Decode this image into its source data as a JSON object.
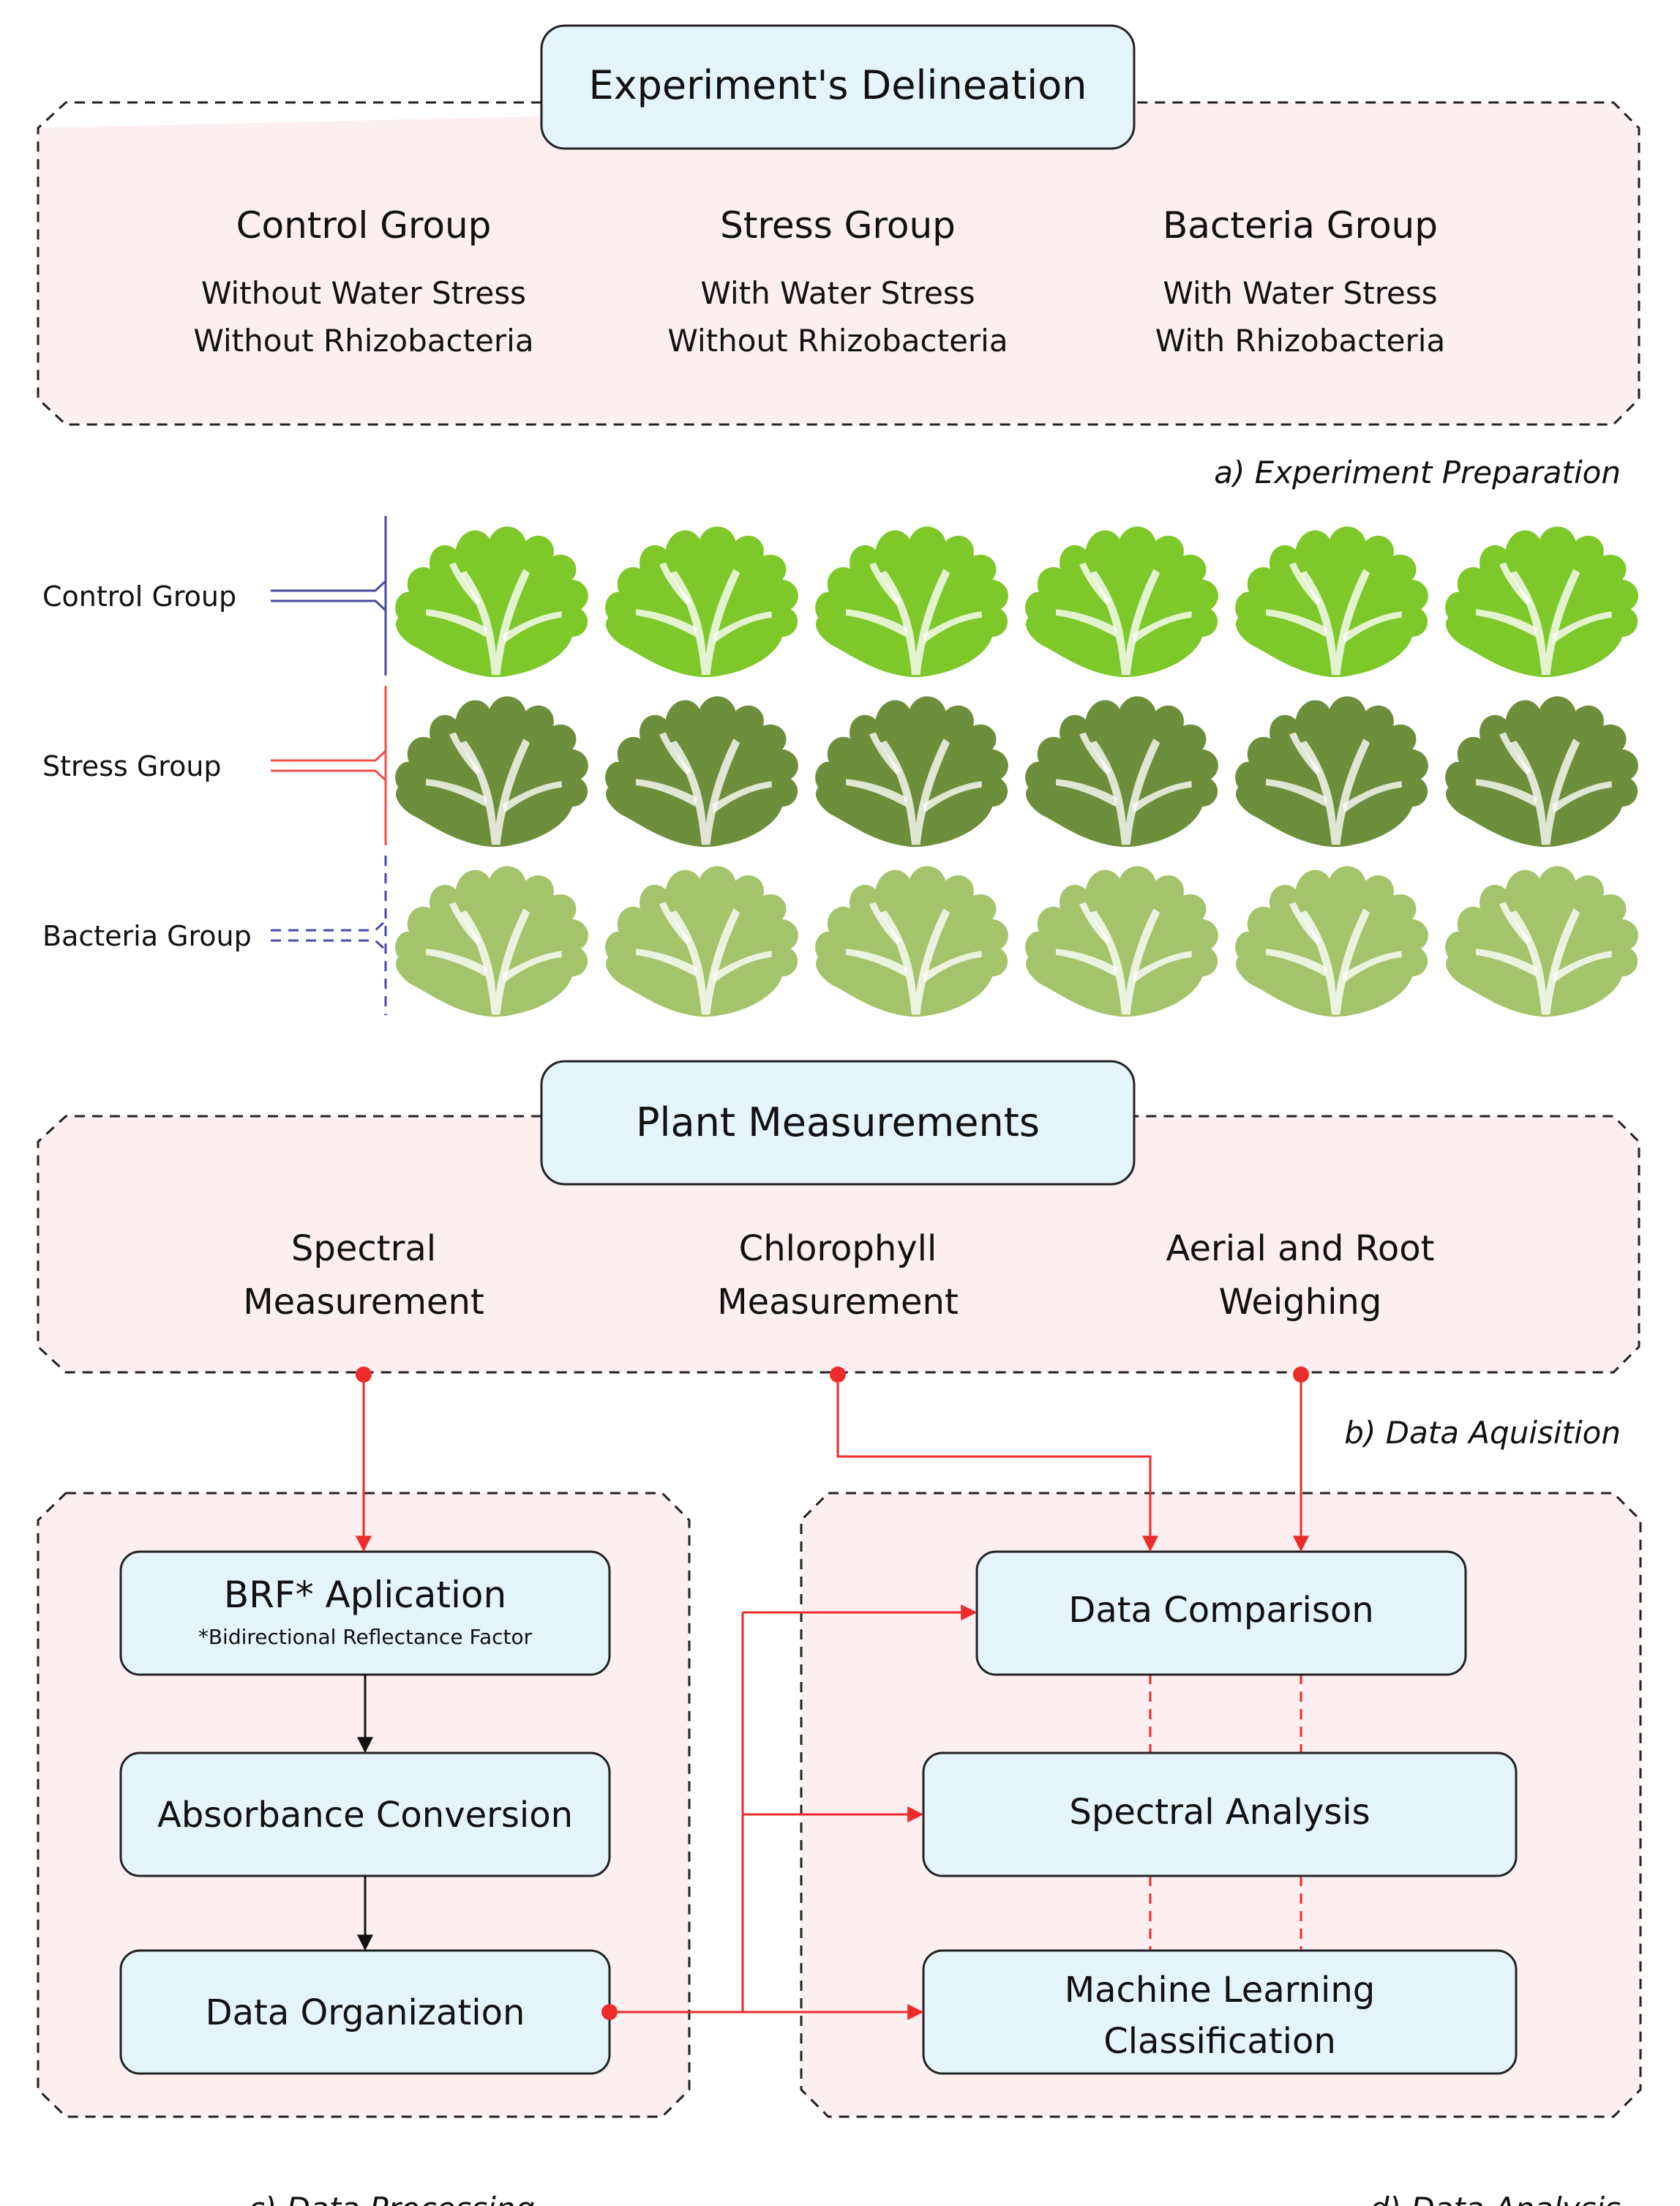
{
  "section_a": {
    "title": "Experiment's Delineation",
    "groups": [
      {
        "name": "Control Group",
        "line1": "Without Water Stress",
        "line2": "Without Rhizobacteria"
      },
      {
        "name": "Stress Group",
        "line1": "With Water Stress",
        "line2": "Without Rhizobacteria"
      },
      {
        "name": "Bacteria Group",
        "line1": "With Water Stress",
        "line2": "With Rhizobacteria"
      }
    ],
    "caption": "a) Experiment Preparation"
  },
  "plants": {
    "rows": [
      {
        "label": "Control Group",
        "color": "#4a4aa0",
        "leaf": "#7ec829",
        "vein": "#e8f5d0",
        "dashed": false
      },
      {
        "label": "Stress Group",
        "color": "#f0504a",
        "leaf": "#6d8f3c",
        "vein": "#d9e6c3",
        "dashed": false
      },
      {
        "label": "Bacteria Group",
        "color": "#4848b0",
        "leaf": "#a4c46c",
        "vein": "#eef5e0",
        "dashed": true
      }
    ],
    "count_per_row": 6
  },
  "section_b": {
    "title": "Plant Measurements",
    "items": [
      {
        "line1": "Spectral",
        "line2": "Measurement"
      },
      {
        "line1": "Chlorophyll",
        "line2": "Measurement"
      },
      {
        "line1": "Aerial and Root",
        "line2": "Weighing"
      }
    ],
    "caption": "b) Data Aquisition"
  },
  "section_c": {
    "boxes": {
      "brf": "BRF* Aplication",
      "brf_note": "*Bidirectional Reflectance Factor",
      "absorbance": "Absorbance Conversion",
      "organization": "Data Organization"
    },
    "caption": "c) Data Processing"
  },
  "section_d": {
    "boxes": {
      "comparison": "Data Comparison",
      "spectral": "Spectral Analysis",
      "ml_line1": "Machine Learning",
      "ml_line2": "Classification"
    },
    "caption": "d) Data Analysis"
  },
  "colors": {
    "panel_fill": "#fdeef0",
    "box_fill": "#e3f4fb",
    "arrow_red": "#ee2b2b",
    "arrow_black": "#111111"
  }
}
